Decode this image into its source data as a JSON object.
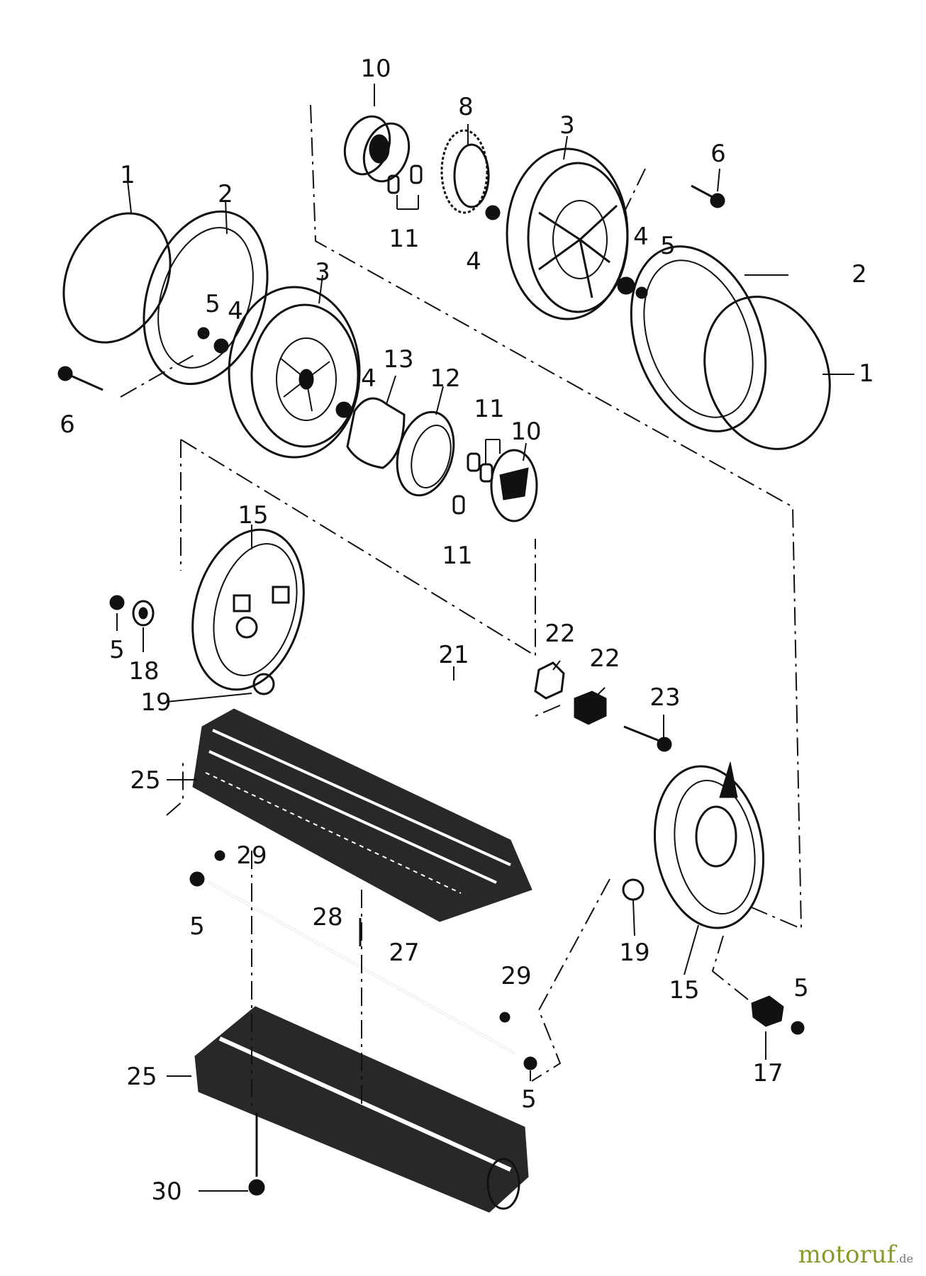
{
  "callouts": [
    "1",
    "2",
    "3",
    "4",
    "5",
    "6",
    "8",
    "10",
    "11",
    "12",
    "13",
    "15",
    "17",
    "18",
    "19",
    "21",
    "22",
    "23",
    "25",
    "27",
    "28",
    "29",
    "30"
  ],
  "watermark": {
    "brand": "motoruf",
    "suffix": ".de"
  }
}
